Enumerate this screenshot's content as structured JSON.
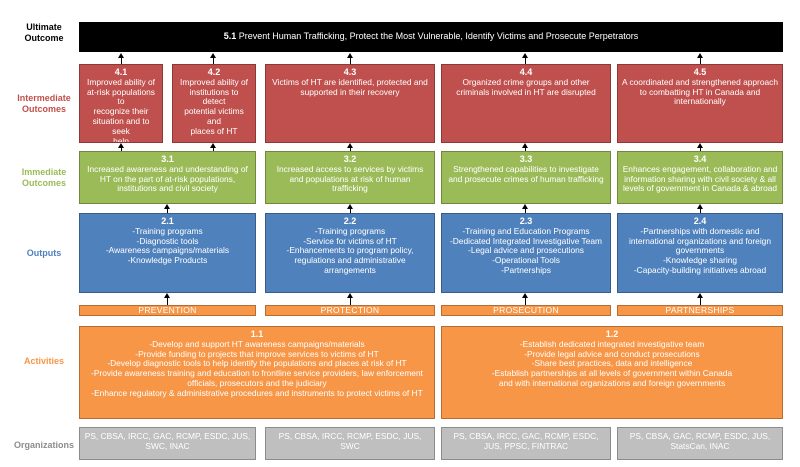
{
  "labels": {
    "ultimate": "Ultimate\nOutcome",
    "intermediate": "Intermediate\nOutcomes",
    "immediate": "Immediate\nOutcomes",
    "outputs": "Outputs",
    "activities": "Activities",
    "organizations": "Organizations"
  },
  "colors": {
    "ultimate_label": "#000000",
    "intermediate_label": "#c0504d",
    "immediate_label": "#9bbb59",
    "outputs_label": "#4f81bd",
    "activities_label": "#f79646",
    "organizations_label": "#8c8c8c"
  },
  "ultimate": {
    "num": "5.1",
    "text": "Prevent Human Trafficking, Protect the Most Vulnerable, Identify Victims and Prosecute Perpetrators"
  },
  "intermediate": [
    {
      "num": "4.1",
      "text": "Improved ability of\nat-risk populations to\nrecognize their\nsituation and to seek\nhelp"
    },
    {
      "num": "4.2",
      "text": "Improved ability of\ninstitutions to detect\npotential victims and\nplaces of HT"
    },
    {
      "num": "4.3",
      "text": "Victims of HT are identified, protected and\nsupported in their recovery"
    },
    {
      "num": "4.4",
      "text": "Organized crime groups and other\ncriminals involved in HT are disrupted"
    },
    {
      "num": "4.5",
      "text": "A coordinated and strengthened approach\nto combatting HT in Canada and\ninternationally"
    }
  ],
  "immediate": [
    {
      "num": "3.1",
      "text": "Increased awareness and understanding of\nHT on the part of at-risk populations,\ninstitutions and civil society"
    },
    {
      "num": "3.2",
      "text": "Increased access to services by victims\nand populations at risk of human\ntrafficking"
    },
    {
      "num": "3.3",
      "text": "Strengthened capabilities to investigate\nand prosecute crimes of human trafficking"
    },
    {
      "num": "3.4",
      "text": "Enhances engagement, collaboration and\ninformation sharing with civil society & all\nlevels of government in Canada & abroad"
    }
  ],
  "outputs": [
    {
      "num": "2.1",
      "text": "-Training programs\n-Diagnostic tools\n-Awareness campaigns/materials\n-Knowledge Products"
    },
    {
      "num": "2.2",
      "text": "-Training programs\n-Service for victims of HT\n-Enhancements to program policy,\nregulations and administrative\narrangements"
    },
    {
      "num": "2.3",
      "text": "-Training and Education Programs\n-Dedicated Integrated Investigative Team\n-Legal advice and prosecutions\n-Operational Tools\n-Partnerships"
    },
    {
      "num": "2.4",
      "text": "-Partnerships with domestic and\ninternational organizations and foreign\ngovernments\n-Knowledge sharing\n-Capacity-building initiatives abroad"
    }
  ],
  "pillars": [
    "PREVENTION",
    "PROTECTION",
    "PROSECUTION",
    "PARTNERSHIPS"
  ],
  "activities": [
    {
      "num": "1.1",
      "text": "-Develop and support HT awareness campaigns/materials\n-Provide funding to projects that improve services to victims of HT\n-Develop diagnostic tools to help identify the populations and places at risk of HT\n-Provide awareness training and education to frontline service providers, law enforcement\nofficials, prosecutors and the judiciary\n-Enhance regulatory & administrative procedures and instruments to protect victims of HT"
    },
    {
      "num": "1.2",
      "text": "-Establish dedicated integrated investigative team\n-Provide legal advice and conduct prosecutions\n-Share best practices, data and intelligence\n-Establish partnerships at all levels of government within Canada\nand with international organizations and foreign governments"
    }
  ],
  "organizations": [
    "PS, CBSA, IRCC, GAC, RCMP, ESDC, JUS,\nSWC, INAC",
    "PS, CBSA, IRCC, RCMP, ESDC, JUS,\nSWC",
    "PS, CBSA, IRCC, GAC, RCMP, ESDC,\nJUS, PPSC, FINTRAC",
    "PS, CBSA, GAC, RCMP, ESDC, JUS,\nStatsCan, INAC"
  ]
}
